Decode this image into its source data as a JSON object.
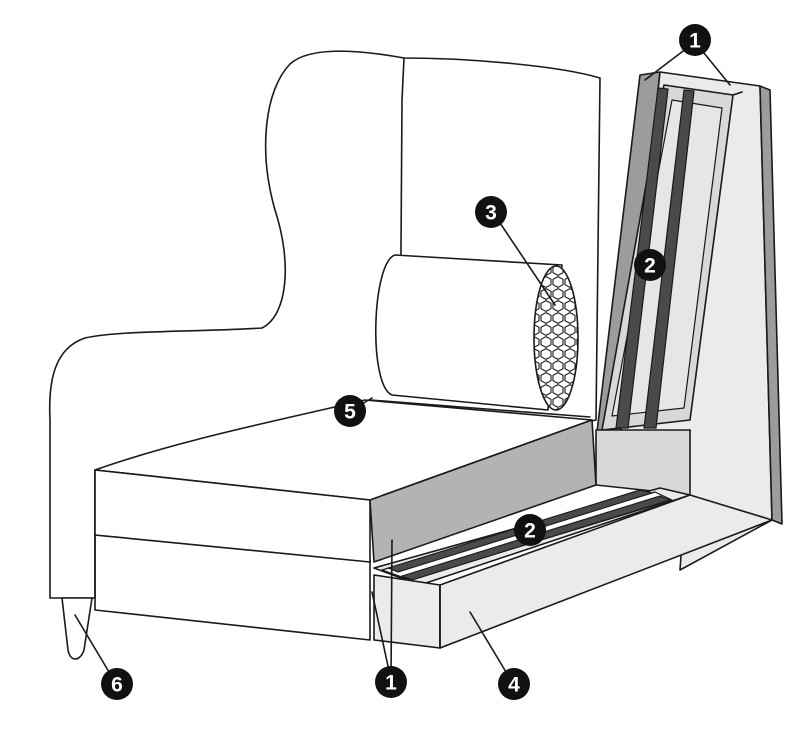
{
  "diagram": {
    "callouts": [
      {
        "id": "c1-top",
        "label": "1"
      },
      {
        "id": "c2-back",
        "label": "2"
      },
      {
        "id": "c3",
        "label": "3"
      },
      {
        "id": "c5",
        "label": "5"
      },
      {
        "id": "c2-seat",
        "label": "2"
      },
      {
        "id": "c6",
        "label": "6"
      },
      {
        "id": "c1-bottom",
        "label": "1"
      },
      {
        "id": "c4",
        "label": "4"
      }
    ],
    "colors": {
      "outline": "#1a1a1a",
      "frame_light": "#ebebeb",
      "frame_mid": "#d8d8d8",
      "frame_dark": "#9c9c9c",
      "webbing": "#4a4a4a",
      "cushion_side": "#b3b3b3",
      "badge": "#111111",
      "badge_text": "#ffffff"
    }
  }
}
